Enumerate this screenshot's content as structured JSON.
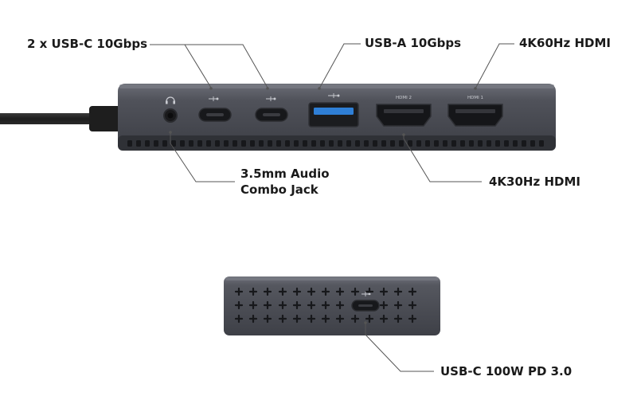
{
  "labels": {
    "usbc_10g": "2 x USB-C 10Gbps",
    "usba_10g": "USB-A 10Gbps",
    "hdmi_4k60": "4K60Hz HDMI",
    "audio_line1": "3.5mm Audio",
    "audio_line2": "Combo Jack",
    "hdmi_4k30": "4K30Hz HDMI",
    "usbc_pd": "USB-C 100W PD 3.0"
  },
  "port_marks": {
    "hdmi_2": "HDMI 2",
    "hdmi_1": "HDMI 1"
  },
  "icons": {
    "headphone": "headphone-icon",
    "usb": "usb-icon"
  },
  "colors": {
    "device_body": "#4b4d55",
    "device_top": "#6a6c75",
    "text": "#1a1a1a",
    "leader_line": "#555555",
    "usba_insert": "#2f7fd6"
  }
}
